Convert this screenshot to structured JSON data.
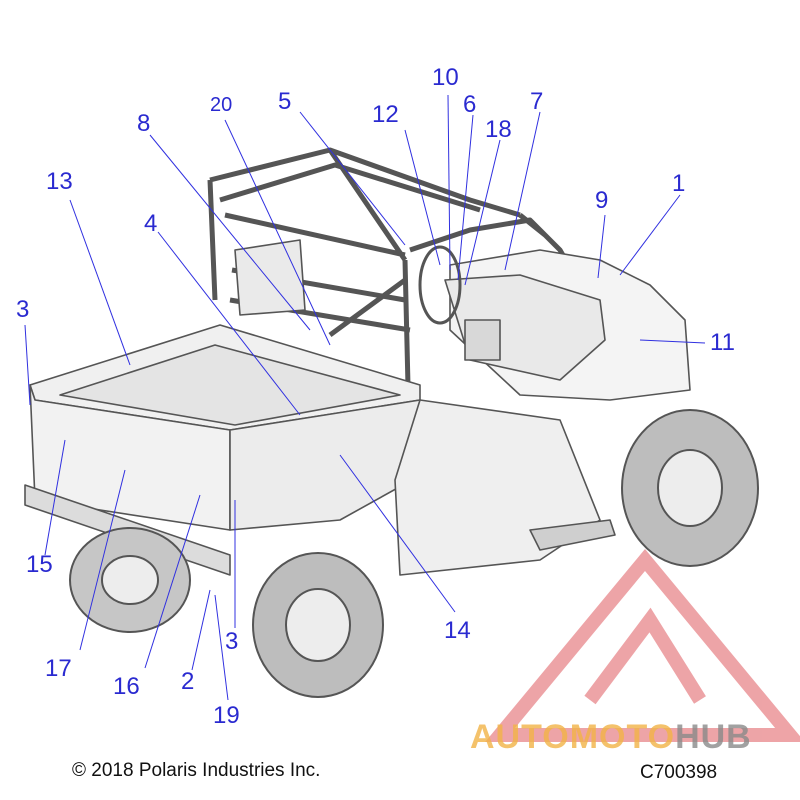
{
  "diagram": {
    "callouts": [
      "1",
      "2",
      "3",
      "3",
      "4",
      "5",
      "6",
      "7",
      "8",
      "9",
      "10",
      "11",
      "12",
      "13",
      "14",
      "15",
      "16",
      "17",
      "18",
      "19",
      "20"
    ],
    "copyright": "© 2018 Polaris Industries Inc.",
    "part_code": "C700398"
  },
  "watermark": {
    "word_part_1": "AUTOMOTO",
    "word_part_2": "HUB",
    "colors": {
      "triangle": "#e8868a",
      "text_primary": "#f2b347",
      "text_secondary": "#8a8a8a"
    }
  },
  "colors": {
    "callout": "#2a2ad0",
    "drawing": "#555555",
    "background": "#ffffff"
  }
}
